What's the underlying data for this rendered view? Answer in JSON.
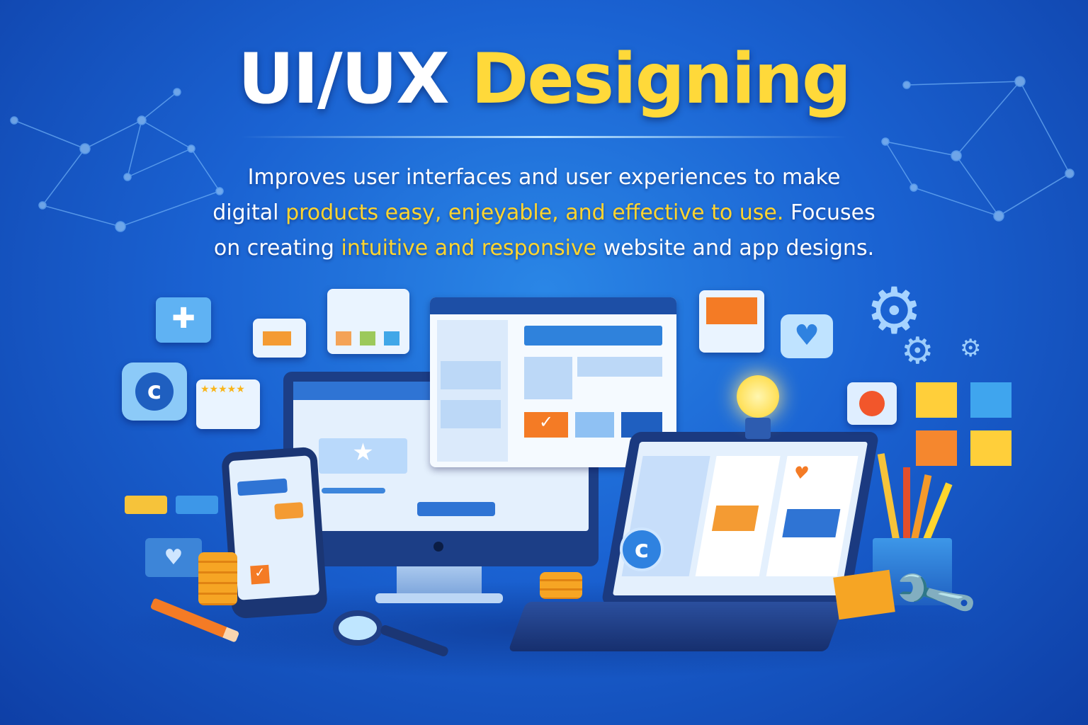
{
  "title": {
    "part1": "UI/UX",
    "part2": "Designing"
  },
  "description": {
    "line1": "Improves user interfaces and user experiences to make",
    "line2_a": "digital",
    "line2_highlight": "products easy, enjeyable, and effective to use.",
    "line2_b": "Focuses",
    "line3_a": "on creating",
    "line3_highlight": "intuitive and responsive",
    "line3_b": "website and app designs."
  },
  "colors": {
    "background": "#1a62d2",
    "accent": "#ffd93a",
    "orange": "#f47b25"
  },
  "icons": [
    "monitor-icon",
    "laptop-icon",
    "phone-icon",
    "lightbulb-icon",
    "gear-icon",
    "heart-icon",
    "pencil-icon",
    "magnifier-icon",
    "wrench-icon",
    "star-icon",
    "check-icon",
    "chat-icon"
  ]
}
